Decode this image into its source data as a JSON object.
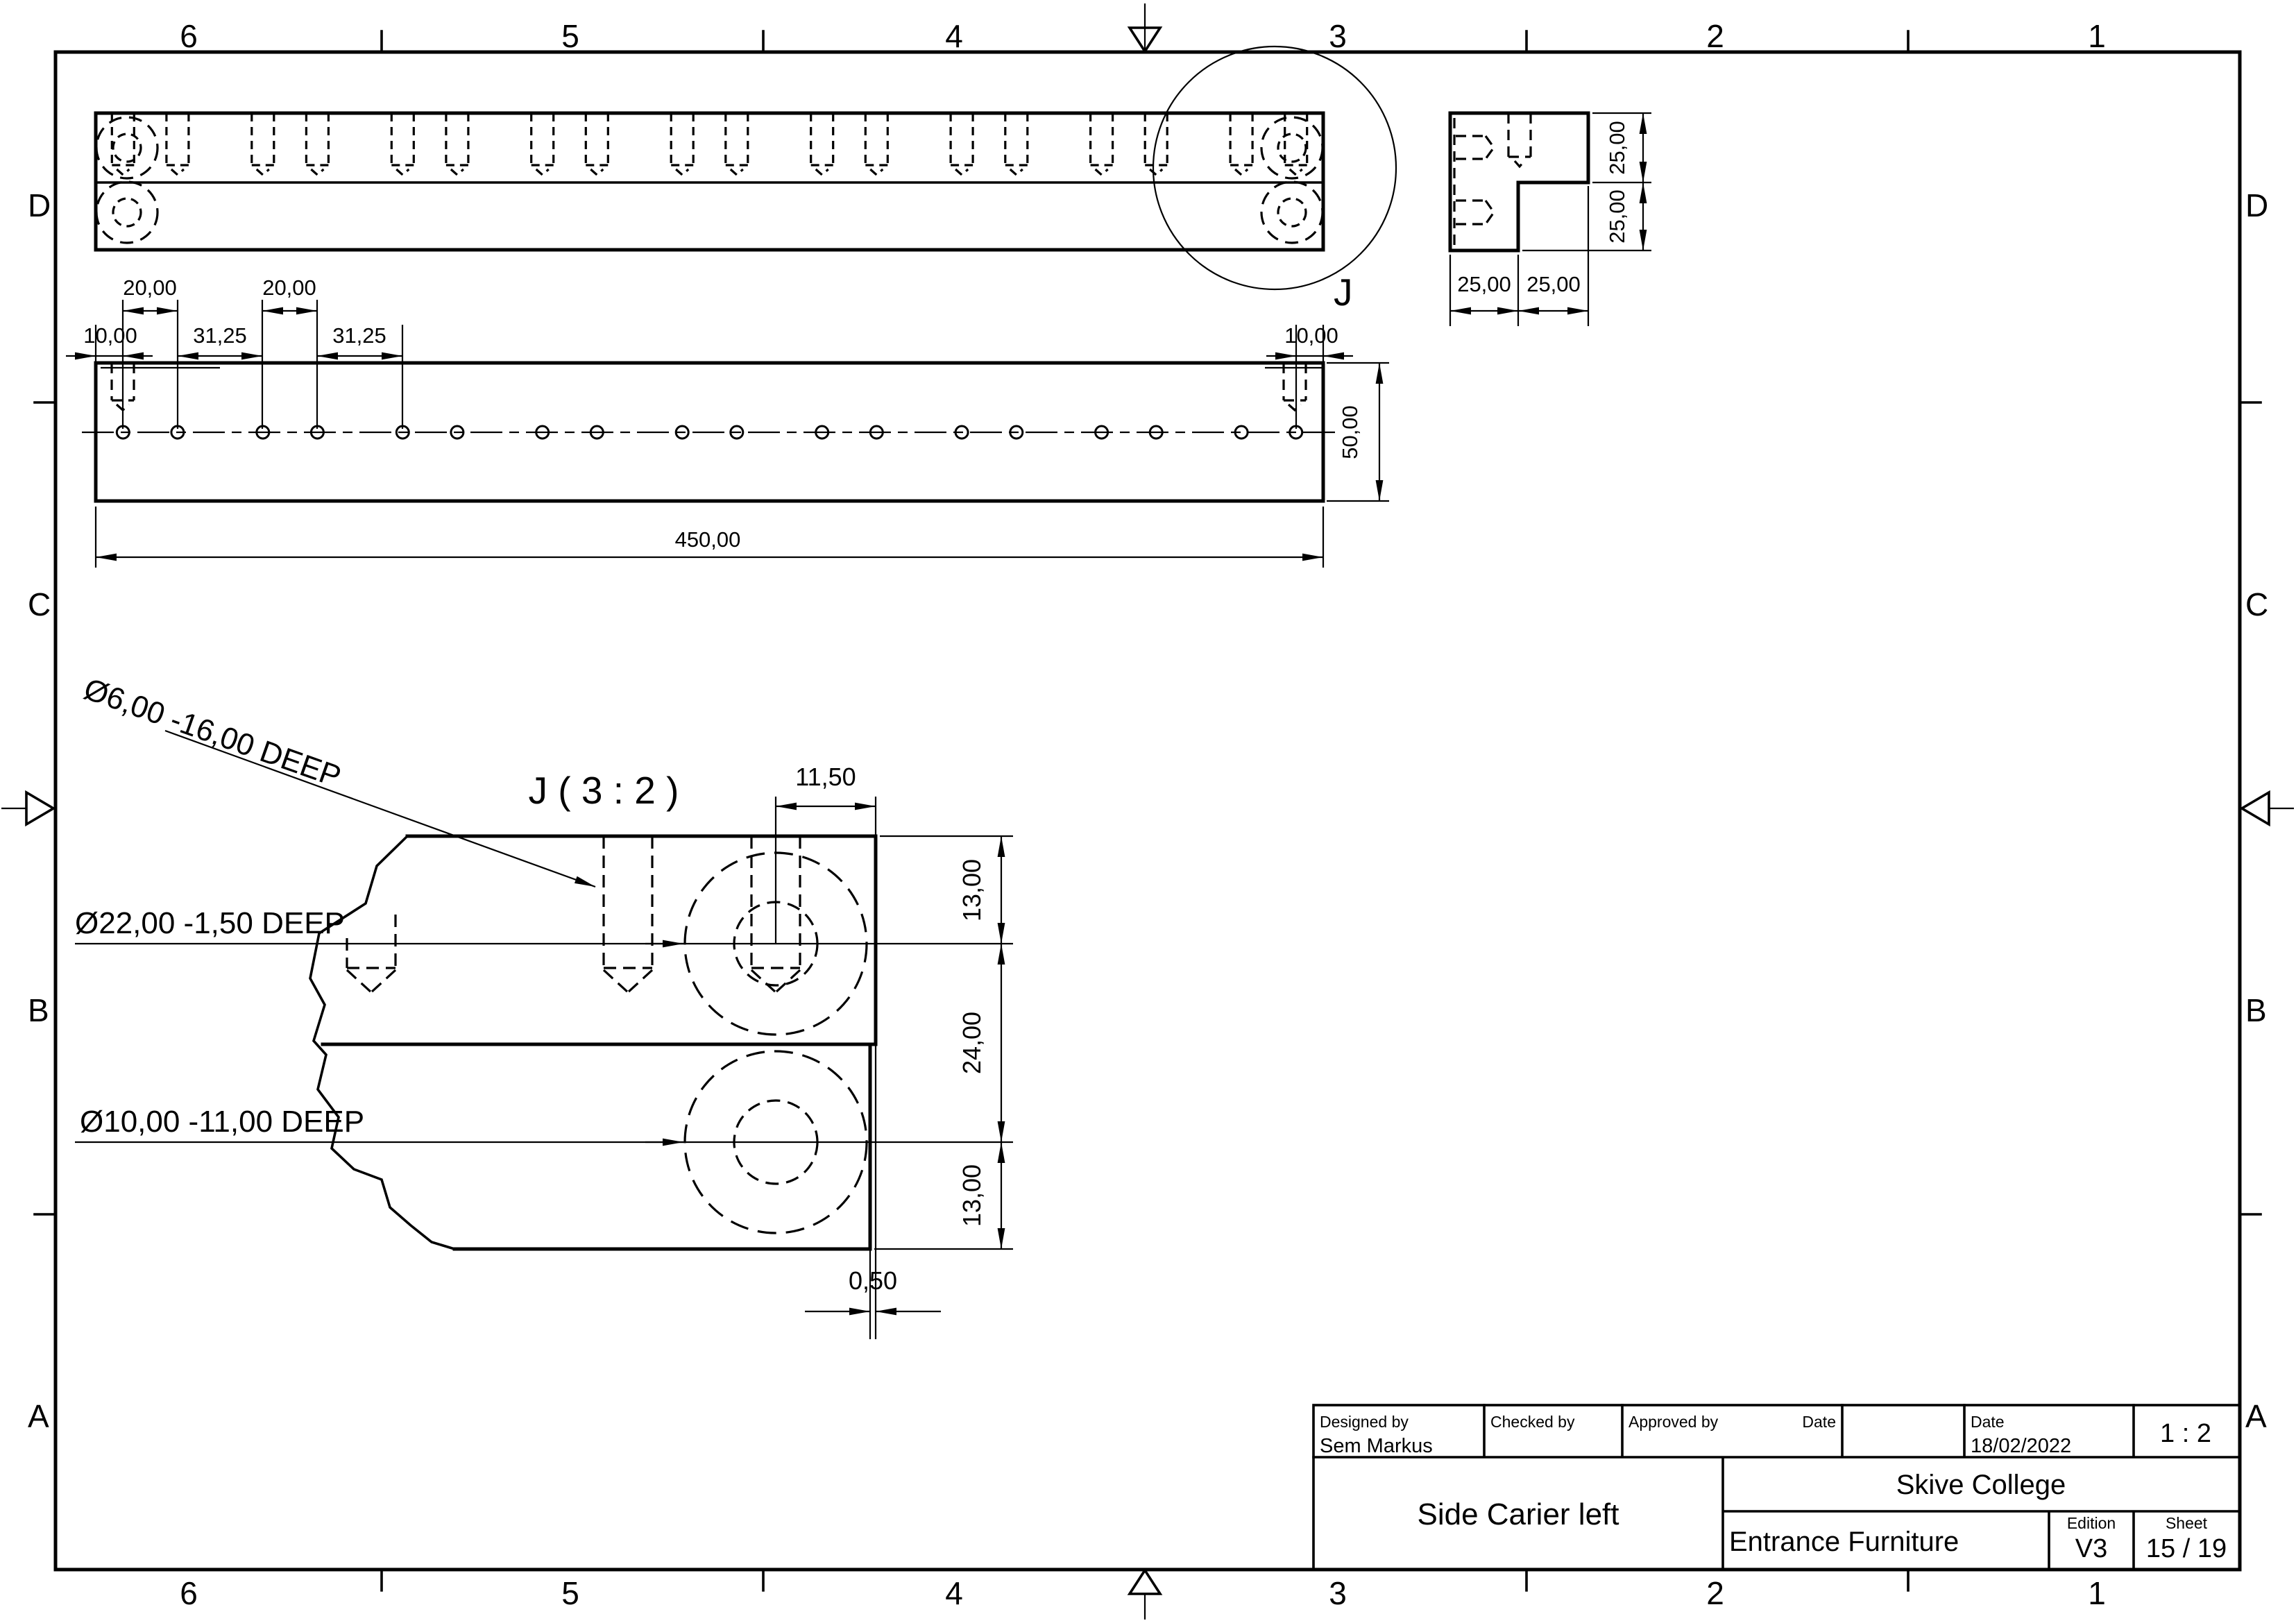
{
  "sheet": {
    "zone_letters": [
      "D",
      "C",
      "B",
      "A"
    ],
    "zone_numbers": [
      "6",
      "5",
      "4",
      "3",
      "2",
      "1"
    ]
  },
  "geometry": {
    "hole_pattern_mm": [
      10,
      30,
      61.25,
      81.25,
      112.5,
      132.5,
      163.75,
      183.75,
      215,
      235,
      266.25,
      286.25,
      317.5,
      337.5,
      368.75,
      388.75,
      420,
      440
    ],
    "part_length_mm": 450
  },
  "views": {
    "detail_marker": "J",
    "detail_title": "J ( 3 : 2 )"
  },
  "dimensions": {
    "front": {
      "d10_left": "10,00",
      "d20_1": "20,00",
      "d31_1": "31,25",
      "d20_2": "20,00",
      "d31_2": "31,25",
      "d10_right": "10,00",
      "d50": "50,00",
      "d450": "450,00"
    },
    "section": {
      "w1": "25,00",
      "w2": "25,00",
      "h1": "25,00",
      "h2": "25,00"
    },
    "detail": {
      "d1150": "11,50",
      "d13_top": "13,00",
      "d24": "24,00",
      "d13_bottom": "13,00",
      "d050": "0,50"
    }
  },
  "leaders": {
    "hole6": "Ø6,00 -16,00 DEEP",
    "hole22": "Ø22,00 -1,50 DEEP",
    "hole10": "Ø10,00 -11,00 DEEP"
  },
  "title_block": {
    "designed_label": "Designed by",
    "designed_value": "Sem Markus",
    "checked_label": "Checked by",
    "approved_label": "Approved by",
    "approved_date_label": "Date",
    "date_label": "Date",
    "date_value": "18/02/2022",
    "scale": "1 : 2",
    "part_title": "Side Carier left",
    "company": "Skive College",
    "project": "Entrance Furniture",
    "edition_label": "Edition",
    "edition_value": "V3",
    "sheet_label": "Sheet",
    "sheet_value": "15 / 19"
  }
}
